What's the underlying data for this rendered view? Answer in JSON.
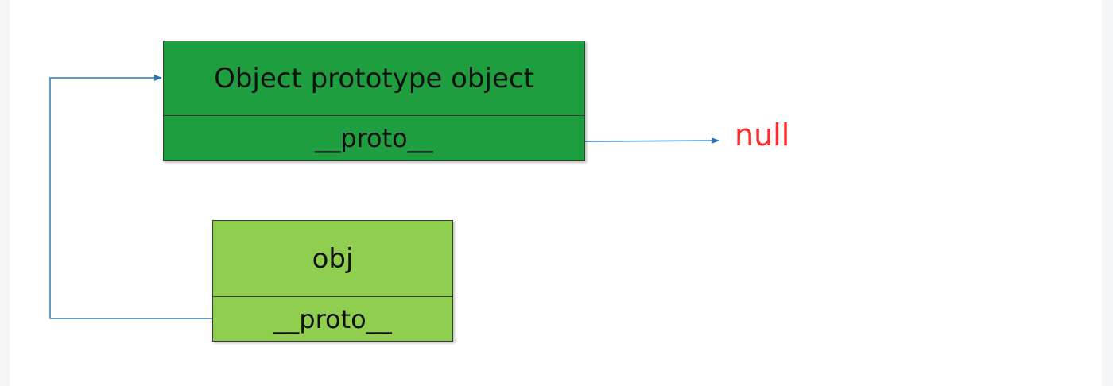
{
  "diagram": {
    "nodes": [
      {
        "id": "object-prototype",
        "title": "Object prototype object",
        "field": "__proto__"
      },
      {
        "id": "obj",
        "title": "obj",
        "field": "__proto__"
      }
    ],
    "null_label": "null",
    "edges": [
      {
        "from": "obj.__proto__",
        "to": "object-prototype"
      },
      {
        "from": "object-prototype.__proto__",
        "to": "null"
      }
    ],
    "colors": {
      "proto_box_fill": "#1f9e40",
      "obj_box_fill": "#8fce4f",
      "arrow": "#2e75b6",
      "null_text": "#ff2a2a"
    }
  }
}
